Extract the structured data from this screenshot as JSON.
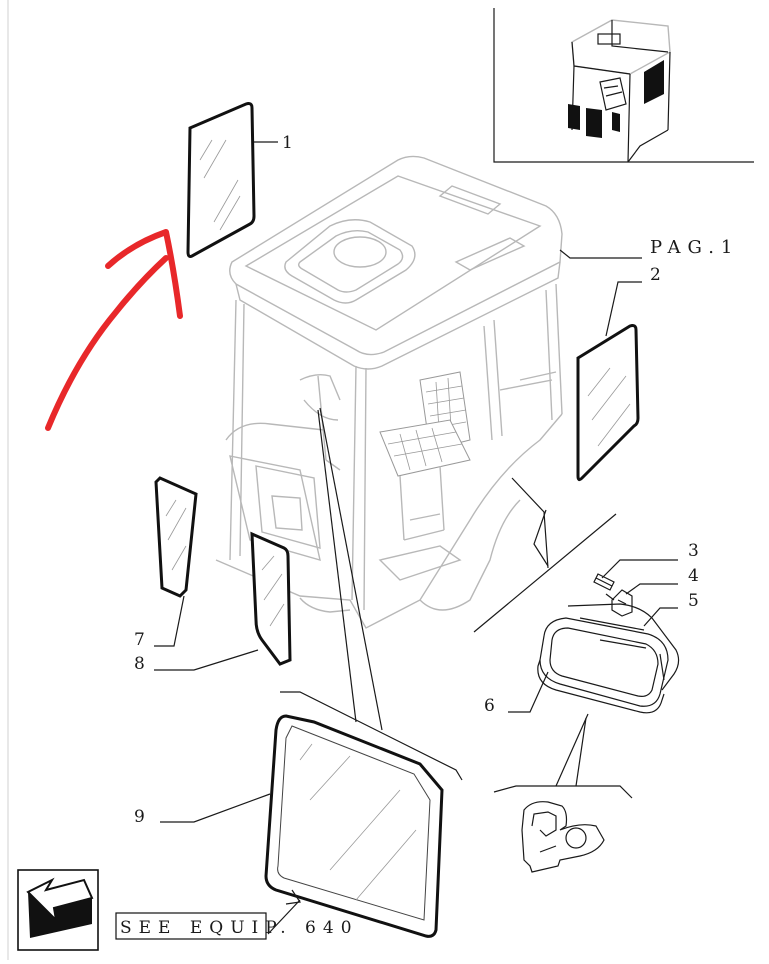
{
  "callouts": {
    "c1": "1",
    "c2": "2",
    "c3": "3",
    "c4": "4",
    "c5": "5",
    "c6": "6",
    "c7": "7",
    "c8": "8",
    "c9": "9"
  },
  "page_reference": "PAG.1",
  "see_equip": "SEE EQUIP. 640",
  "colors": {
    "annotation_arrow": "#e8282a",
    "line_art": "#1a1a1a",
    "cab_outline": "#b8b8b8"
  },
  "icons": {
    "nav_arrow": "arrow-down-left-icon"
  }
}
